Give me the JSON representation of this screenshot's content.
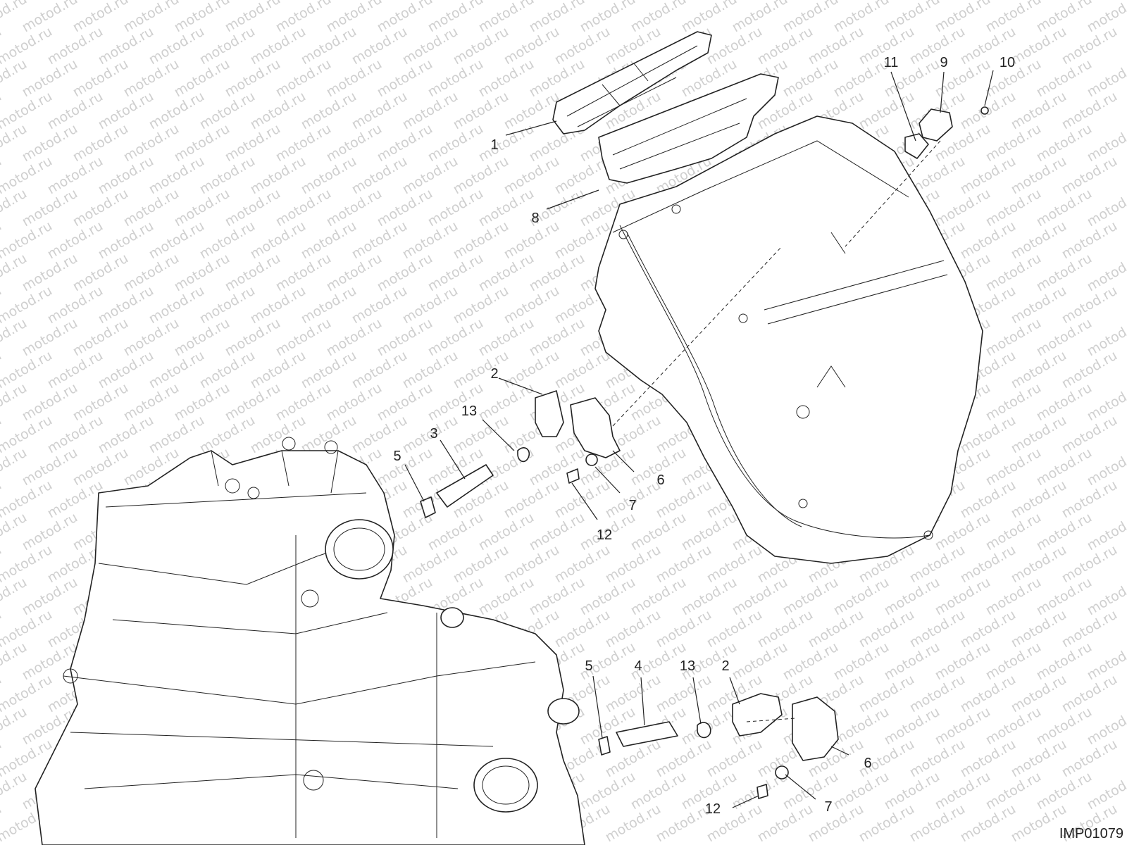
{
  "diagram": {
    "code": "IMP01079",
    "watermark": "motod.ru",
    "callouts": [
      {
        "id": "c1",
        "label": "1"
      },
      {
        "id": "c8",
        "label": "8"
      },
      {
        "id": "c11",
        "label": "11"
      },
      {
        "id": "c9",
        "label": "9"
      },
      {
        "id": "c10",
        "label": "10"
      },
      {
        "id": "c2a",
        "label": "2"
      },
      {
        "id": "c13a",
        "label": "13"
      },
      {
        "id": "c3",
        "label": "3"
      },
      {
        "id": "c5a",
        "label": "5"
      },
      {
        "id": "c6a",
        "label": "6"
      },
      {
        "id": "c7a",
        "label": "7"
      },
      {
        "id": "c12a",
        "label": "12"
      },
      {
        "id": "c5b",
        "label": "5"
      },
      {
        "id": "c4",
        "label": "4"
      },
      {
        "id": "c13b",
        "label": "13"
      },
      {
        "id": "c2b",
        "label": "2"
      },
      {
        "id": "c6b",
        "label": "6"
      },
      {
        "id": "c7b",
        "label": "7"
      },
      {
        "id": "c12b",
        "label": "12"
      }
    ]
  }
}
